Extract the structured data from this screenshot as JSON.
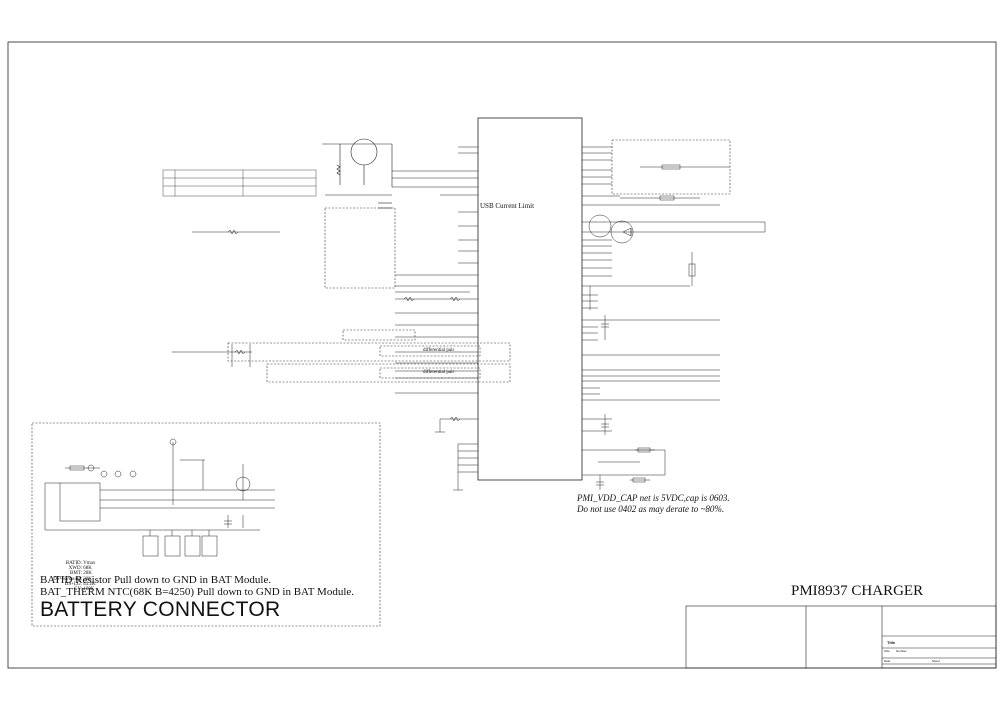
{
  "sheet": {
    "title": "PMI8937 CHARGER",
    "section_battery": "BATTERY CONNECTOR",
    "section_usb": "USB Current Limit"
  },
  "notes": {
    "vdd_cap_line1": "PMI_VDD_CAP net is 5VDC,cap is 0603.",
    "vdd_cap_line2": "Do not use 0402 as may derate to ~80%.",
    "batid_note": "BATID Resistor Pull down to GND in BAT Module.",
    "batherm_note": "BAT_THERM NTC(68K B=4250) Pull down to GND in BAT Module."
  },
  "batid_table": {
    "rows": [
      {
        "vendor": "BATID:",
        "value": "Vmax"
      },
      {
        "vendor": "XWD:",
        "value": "68K"
      },
      {
        "vendor": "BMT:",
        "value": "20K"
      },
      {
        "vendor": "DS+Samsung:",
        "value": "30K"
      },
      {
        "vendor": "DS+LG:",
        "value": "43.2K"
      },
      {
        "vendor": "GY:",
        "value": "100K"
      }
    ]
  },
  "diff_labels": {
    "d1": "differential pair",
    "d2": "differential pair"
  },
  "title_block": {
    "title_label": "Title",
    "size_label": "Size",
    "number_label": "Number",
    "date_label": "Date",
    "sheet_label": "Sheet"
  },
  "colors": {
    "line": "#222222",
    "dashed": "#333333",
    "frame": "#222222"
  }
}
